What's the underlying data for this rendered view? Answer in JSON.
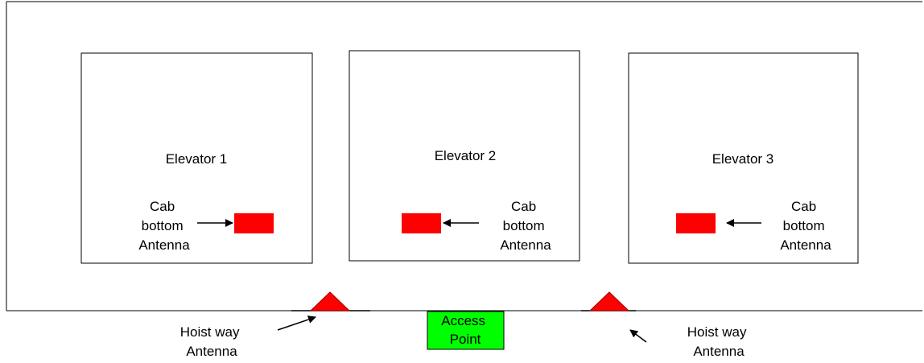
{
  "elevators": [
    {
      "label": "Elevator 1",
      "antenna_label": [
        "Cab",
        "bottom",
        "Antenna"
      ]
    },
    {
      "label": "Elevator 2",
      "antenna_label": [
        "Cab",
        "bottom",
        "Antenna"
      ]
    },
    {
      "label": "Elevator 3",
      "antenna_label": [
        "Cab",
        "bottom",
        "Antenna"
      ]
    }
  ],
  "hoistway_antennas": [
    {
      "label": [
        "Hoist way",
        "Antenna"
      ]
    },
    {
      "label": [
        "Hoist way",
        "Antenna"
      ]
    }
  ],
  "access_point": {
    "label": [
      "Access",
      "Point"
    ]
  },
  "colors": {
    "antenna": "#ff0000",
    "access_point": "#00ff00",
    "line": "#000000"
  }
}
